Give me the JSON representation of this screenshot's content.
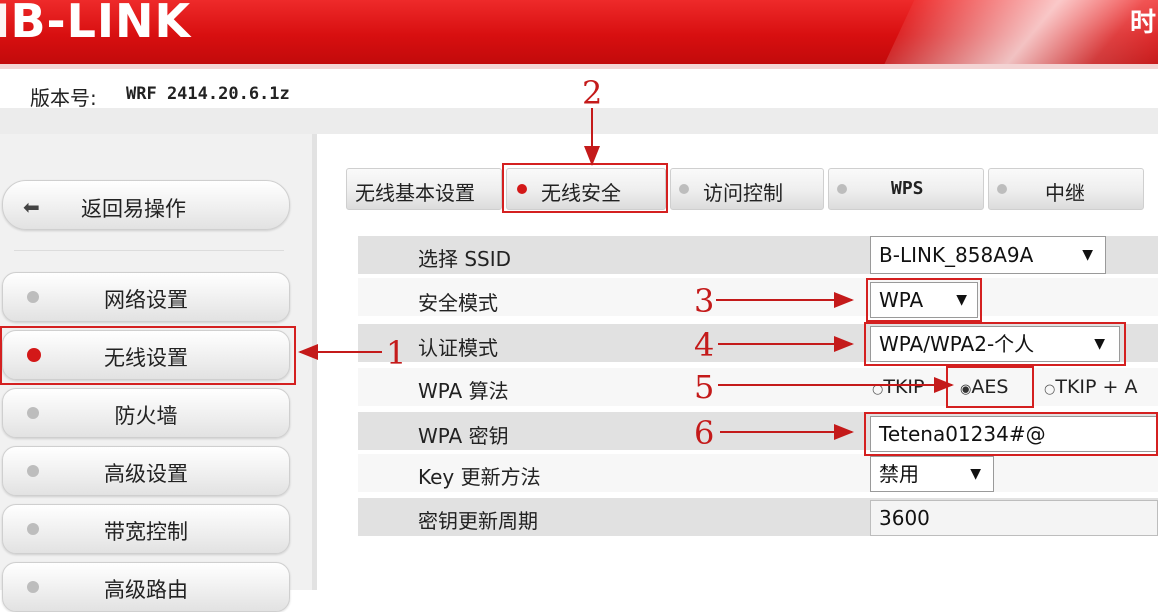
{
  "header": {
    "logo_text": "B-LINK",
    "logo_prefix_partial": "∃",
    "right_partial_text": "时",
    "brand_color": "#d80f10"
  },
  "version": {
    "label": "版本号:",
    "value": "WRF 2414.20.6.1z"
  },
  "sidebar": {
    "back_label": "返回易操作",
    "back_icon": "back-arrow-icon",
    "items": [
      {
        "label": "网络设置",
        "active": false
      },
      {
        "label": "无线设置",
        "active": true
      },
      {
        "label": "防火墙",
        "active": false
      },
      {
        "label": "高级设置",
        "active": false
      },
      {
        "label": "带宽控制",
        "active": false
      },
      {
        "label": "高级路由",
        "active": false
      }
    ]
  },
  "tabs": [
    {
      "label": "无线基本设置",
      "active": false
    },
    {
      "label": "无线安全",
      "active": true
    },
    {
      "label": "访问控制",
      "active": false
    },
    {
      "label": "WPS",
      "active": false
    },
    {
      "label": "中继",
      "active": false
    }
  ],
  "form": {
    "ssid": {
      "label": "选择 SSID",
      "value": "B-LINK_858A9A"
    },
    "security_mode": {
      "label": "安全模式",
      "value": "WPA"
    },
    "auth_mode": {
      "label": "认证模式",
      "value": "WPA/WPA2-个人"
    },
    "wpa_algorithm": {
      "label": "WPA 算法",
      "options": [
        "TKIP",
        "AES",
        "TKIP + A"
      ],
      "selected": "AES"
    },
    "wpa_key": {
      "label": "WPA 密钥",
      "value": "Tetena01234#@"
    },
    "key_update_method": {
      "label": "Key 更新方法",
      "value": "禁用"
    },
    "key_update_period": {
      "label": "密钥更新周期",
      "value": "3600"
    }
  },
  "annotations": {
    "n1": "1",
    "n2": "2",
    "n3": "3",
    "n4": "4",
    "n5": "5",
    "n6": "6",
    "color": "#c41a1a"
  },
  "dropdown_glyph": "▼"
}
